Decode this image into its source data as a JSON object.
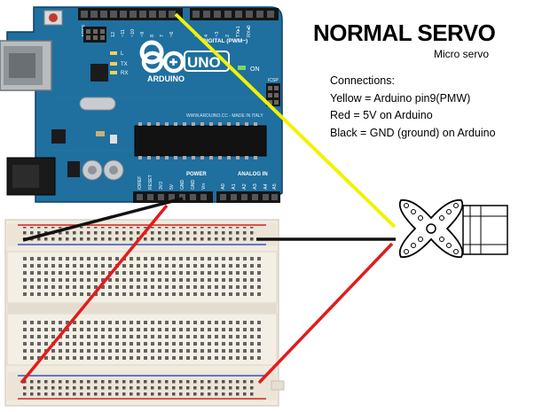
{
  "title": "NORMAL SERVO",
  "subtitle": "Micro servo",
  "connections": {
    "heading": "Connections:",
    "lines": [
      "Yellow = Arduino pin9(PMW)",
      "Red = 5V on Arduino",
      "Black = GND (ground) on Arduino"
    ]
  },
  "board": {
    "logo": "ARDUINO",
    "model": "UNO",
    "digital_label": "DIGITAL (PWM~)",
    "digital_pins": [
      "AREF",
      "GND",
      "13",
      "12",
      "~11",
      "~10",
      "~9",
      "8",
      "7",
      "~6",
      "~5",
      "4",
      "~3",
      "2",
      "TX▸1",
      "RX◂0"
    ],
    "power_label": "POWER",
    "power_pins": [
      "IOREF",
      "RESET",
      "3V3",
      "5V",
      "GND",
      "GND",
      "Vin"
    ],
    "analog_label": "ANALOG IN",
    "analog_pins": [
      "A0",
      "A1",
      "A2",
      "A3",
      "A4",
      "A5"
    ],
    "led_labels": [
      "L",
      "TX",
      "RX"
    ],
    "on_label": "ON",
    "icsp_label": "ICSP",
    "website": "WWW.ARDUINO.CC - MADE IN ITALY"
  },
  "colors": {
    "yellow_wire": "#f2f200",
    "red_wire": "#e31b1b",
    "black_wire": "#111111",
    "board": "#1f6f9f",
    "breadboard": "#f1ebdf"
  }
}
